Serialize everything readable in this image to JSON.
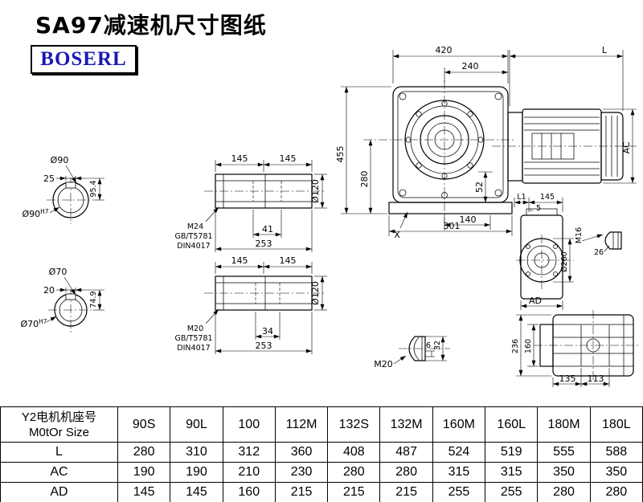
{
  "page": {
    "title": "SA97减速机尺寸图纸",
    "brand": "BOSERL"
  },
  "main_view": {
    "d420": "420",
    "dL": "L",
    "d240": "240",
    "d455": "455",
    "d280": "280",
    "d52": "52",
    "d140": "140",
    "d301": "301",
    "dAC": "AC",
    "dX": "X"
  },
  "shaft_section_top": {
    "dia": "Ø90",
    "key_width": "25",
    "height": "95.4",
    "bore": "Ø90",
    "bore_tol": "H7"
  },
  "shaft_section_bottom": {
    "dia": "Ø70",
    "key_width": "20",
    "height": "74.9",
    "bore": "Ø70",
    "bore_tol": "H7"
  },
  "hollow_shaft_top": {
    "len_a": "145",
    "len_b": "145",
    "dia": "Ø120",
    "thread": "M24",
    "std1": "GB/T5781",
    "std2": "DIN4017",
    "bore_len": "41",
    "total_len": "253"
  },
  "hollow_shaft_bottom": {
    "len_a": "145",
    "len_b": "145",
    "dia": "Ø120",
    "thread": "M20",
    "std1": "GB/T5781",
    "std2": "DIN4017",
    "bore_len": "34",
    "total_len": "253"
  },
  "side_view": {
    "dL1": "L1",
    "d145": "145",
    "d5": "5",
    "thread": "M16",
    "dia": "Ø260",
    "d26": "26",
    "dAD": "AD"
  },
  "shaft_end_detail": {
    "thread": "M20",
    "d6": "6",
    "d32": "32"
  },
  "plan_view": {
    "d236": "236",
    "d160": "160",
    "d135": "135",
    "d113": "113"
  },
  "table": {
    "header_line1": "Y2电机机座号",
    "header_line2": "M0tOr Size",
    "columns": [
      "90S",
      "90L",
      "100",
      "112M",
      "132S",
      "132M",
      "160M",
      "160L",
      "180M",
      "180L"
    ],
    "rows": [
      {
        "label": "L",
        "values": [
          "280",
          "310",
          "312",
          "360",
          "408",
          "487",
          "524",
          "519",
          "555",
          "588"
        ]
      },
      {
        "label": "AC",
        "values": [
          "190",
          "190",
          "210",
          "230",
          "280",
          "280",
          "315",
          "315",
          "350",
          "350"
        ]
      },
      {
        "label": "AD",
        "values": [
          "145",
          "145",
          "160",
          "215",
          "215",
          "215",
          "255",
          "255",
          "280",
          "280"
        ]
      }
    ]
  }
}
